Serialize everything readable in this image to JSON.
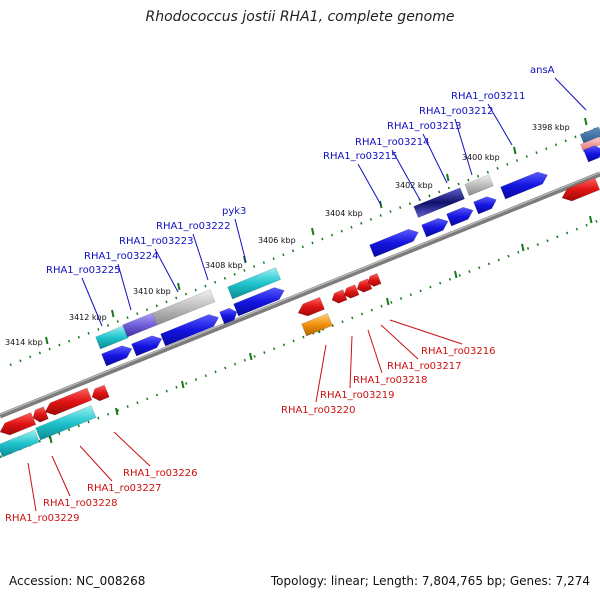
{
  "title": "Rhodococcus jostii RHA1, complete genome",
  "footer": {
    "accession": "Accession: NC_008268",
    "summary": "Topology: linear; Length: 7,804,765 bp; Genes: 7,274"
  },
  "ruler_ticks": [
    "3398 kbp",
    "3400 kbp",
    "3402 kbp",
    "3404 kbp",
    "3406 kbp",
    "3408 kbp",
    "3410 kbp",
    "3412 kbp",
    "3414 kbp"
  ],
  "top_labels": [
    "ansA",
    "RHA1_ro03211",
    "RHA1_ro03212",
    "RHA1_ro03213",
    "RHA1_ro03214",
    "RHA1_ro03215",
    "pyk3",
    "RHA1_ro03222",
    "RHA1_ro03223",
    "RHA1_ro03224",
    "RHA1_ro03225"
  ],
  "bottom_labels": [
    "RHA1_ro03216",
    "RHA1_ro03217",
    "RHA1_ro03218",
    "RHA1_ro03219",
    "RHA1_ro03220",
    "RHA1_ro03226",
    "RHA1_ro03227",
    "RHA1_ro03228",
    "RHA1_ro03229"
  ],
  "colors": {
    "forward_cds": "#1414e0",
    "reverse_cds": "#e01414",
    "rrna_like": "#20c0c8",
    "pseudo": "#b8b8b8",
    "orange": "#f0900c",
    "tick": "#1a7a1a",
    "backbone": "#7a7a7a"
  }
}
